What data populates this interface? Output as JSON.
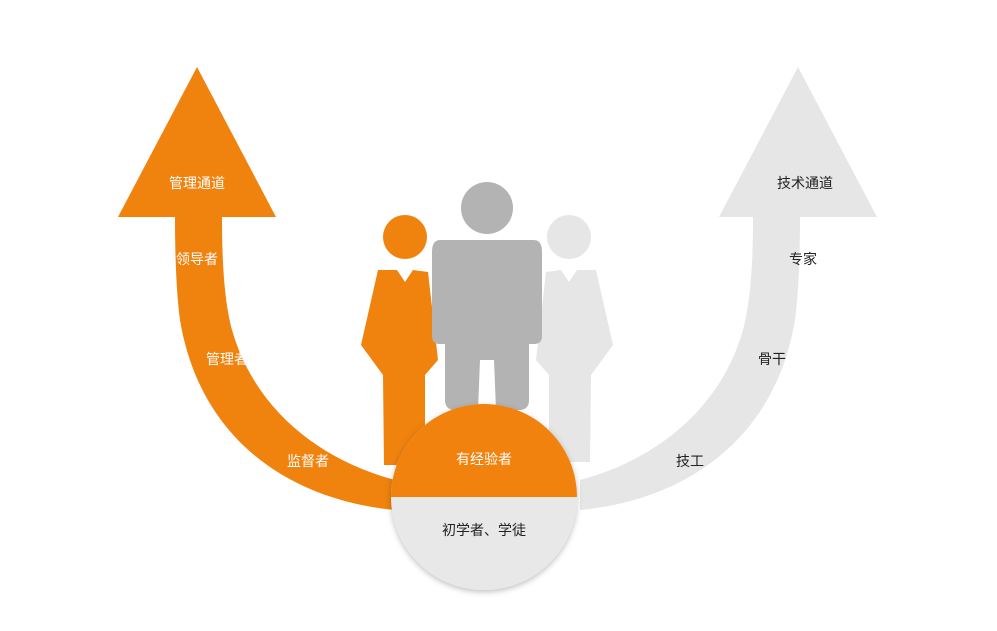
{
  "colors": {
    "orange": "#F0820E",
    "gray_light": "#E6E6E6",
    "gray_mid": "#B3B3B3",
    "bottom_circle": "#E8E8E8",
    "text_light": "#FFFFFF",
    "text_dark": "#222222"
  },
  "left_path": {
    "title": "管理通道",
    "levels": [
      "领导者",
      "管理者",
      "监督者"
    ]
  },
  "right_path": {
    "title": "技术通道",
    "levels": [
      "专家",
      "骨干",
      "技工"
    ]
  },
  "center": {
    "top_label": "有经验者",
    "bottom_label": "初学者、学徒"
  },
  "icons": {
    "left_figure": "person-suit-icon",
    "middle_figure": "person-icon",
    "right_figure": "person-suit-icon"
  }
}
